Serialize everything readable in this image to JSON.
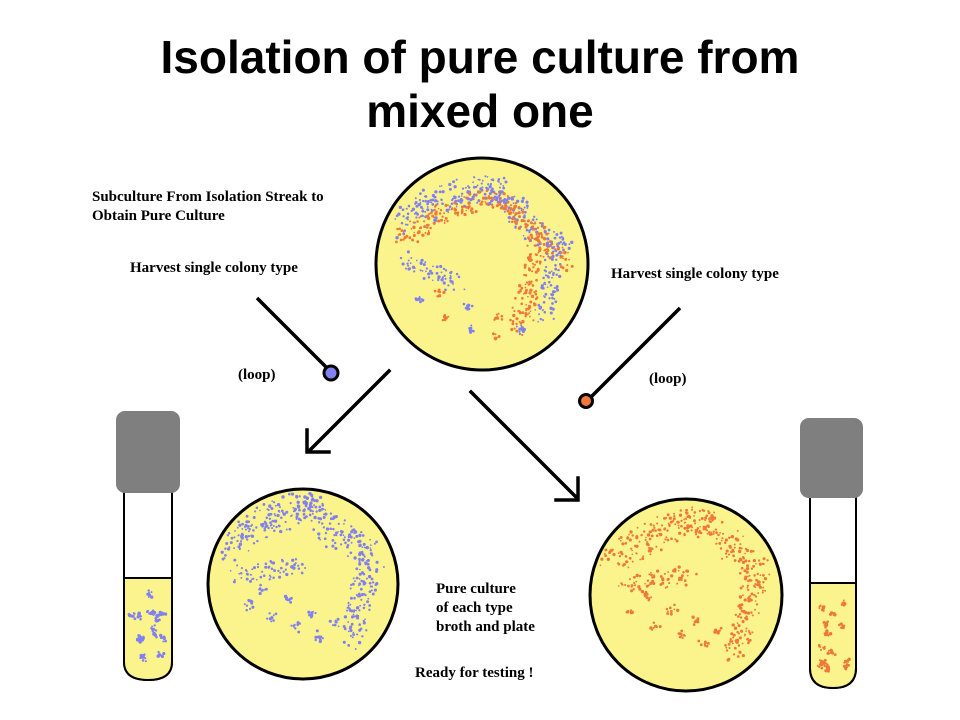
{
  "title": {
    "line1": "Isolation of pure culture from",
    "line2": "mixed one"
  },
  "labels": {
    "subculture_line1": "Subculture From Isolation Streak to",
    "subculture_line2": "Obtain Pure Culture",
    "harvest_left": "Harvest single colony type",
    "harvest_right": "Harvest single colony type",
    "loop_left": "(loop)",
    "loop_right": "(loop)",
    "pure_line1": "Pure culture",
    "pure_line2": "of each type",
    "pure_line3": "broth and plate",
    "ready": "Ready for testing !"
  },
  "colors": {
    "agar": "#fbf48c",
    "blue_colony": "#8080f0",
    "orange_colony": "#f07838",
    "cap": "#7f7f7f",
    "outline": "#000000"
  }
}
